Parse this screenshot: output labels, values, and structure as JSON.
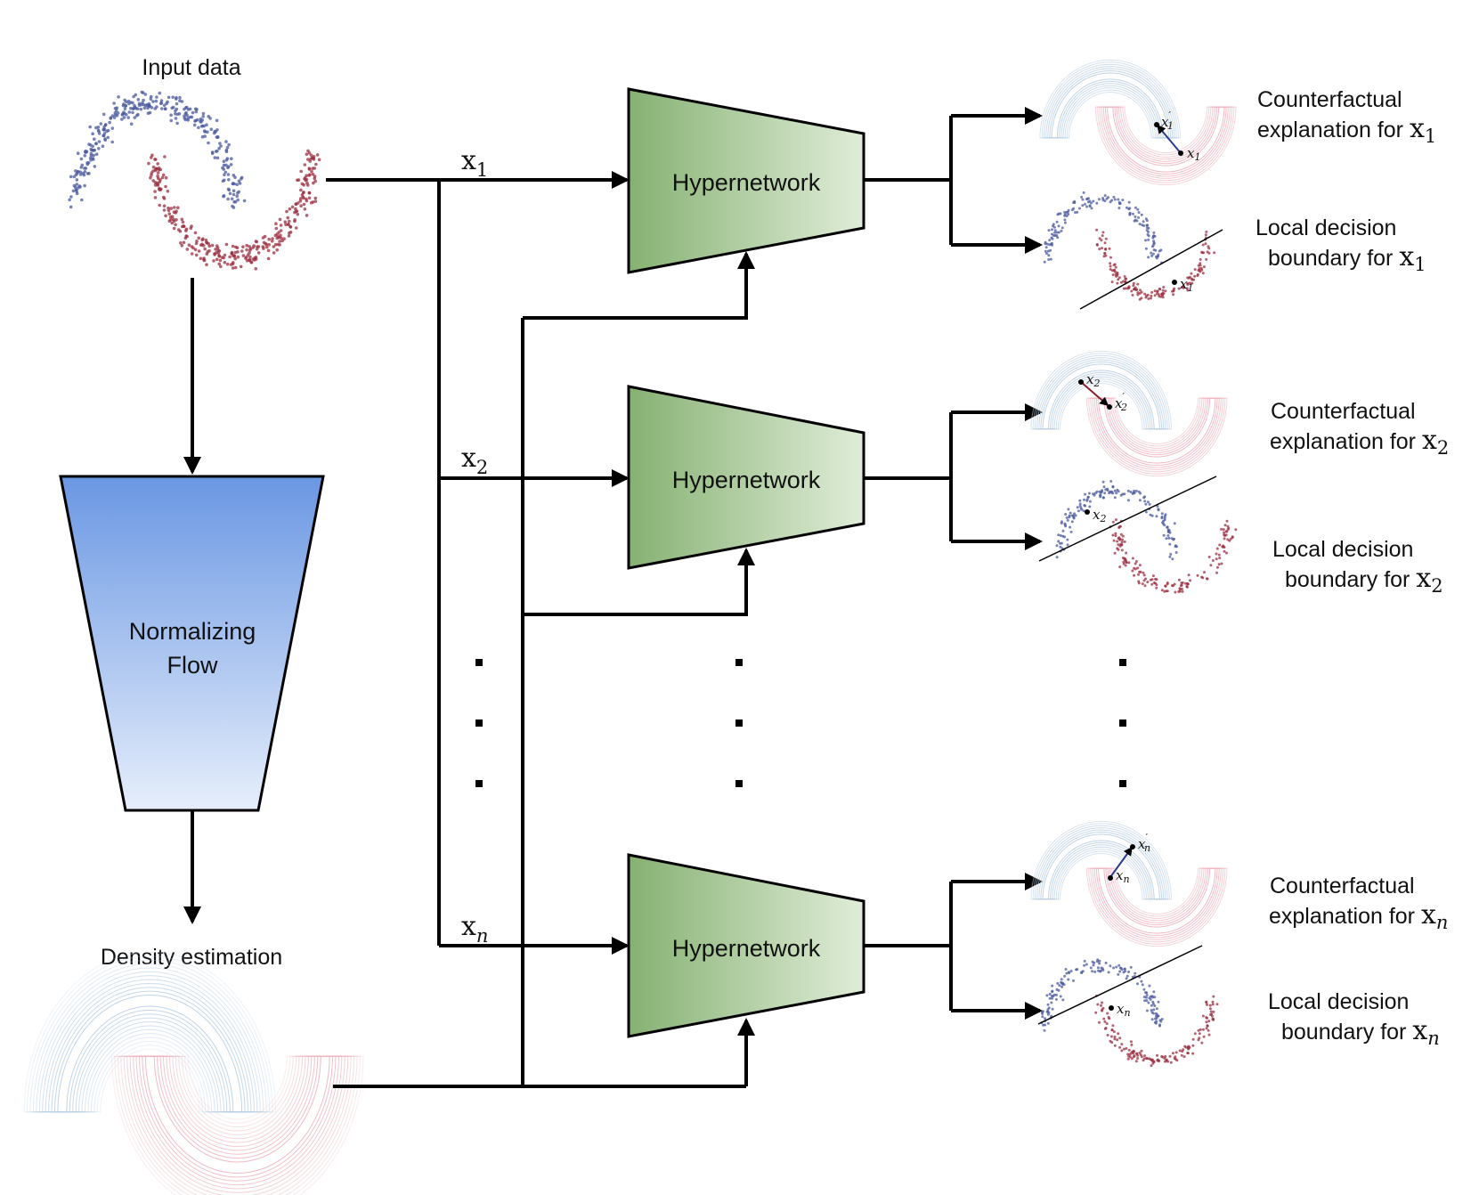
{
  "left": {
    "input_label": "Input data",
    "flow_label_line1": "Normalizing",
    "flow_label_line2": "Flow",
    "density_label": "Density estimation"
  },
  "inputs": [
    {
      "var": "x",
      "sub": "1"
    },
    {
      "var": "x",
      "sub": "2"
    },
    {
      "var": "x",
      "sub": "n"
    }
  ],
  "hypernetworks": [
    {
      "label": "Hypernetwork"
    },
    {
      "label": "Hypernetwork"
    },
    {
      "label": "Hypernetwork"
    }
  ],
  "outputs": [
    {
      "cf_line1": "Counterfactual",
      "cf_line2": "explanation for ",
      "cf_var": "x",
      "cf_sub": "1",
      "lb_line1": "Local decision",
      "lb_line2": "boundary for ",
      "lb_var": "x",
      "lb_sub": "1",
      "cf_point": "x",
      "cf_point_sub": "1",
      "cf_prime": "x",
      "cf_prime_sub": "1",
      "lb_point": "x",
      "lb_point_sub": "1"
    },
    {
      "cf_line1": "Counterfactual",
      "cf_line2": "explanation for ",
      "cf_var": "x",
      "cf_sub": "2",
      "lb_line1": "Local decision",
      "lb_line2": "boundary for ",
      "lb_var": "x",
      "lb_sub": "2",
      "cf_point": "x",
      "cf_point_sub": "2",
      "cf_prime": "x",
      "cf_prime_sub": "2",
      "lb_point": "x",
      "lb_point_sub": "2"
    },
    {
      "cf_line1": "Counterfactual",
      "cf_line2": "explanation for ",
      "cf_var": "x",
      "cf_sub": "n",
      "lb_line1": "Local decision",
      "lb_line2": "boundary for ",
      "lb_var": "x",
      "lb_sub": "n",
      "cf_point": "x",
      "cf_point_sub": "n",
      "cf_prime": "x",
      "cf_prime_sub": "n",
      "lb_point": "x",
      "lb_point_sub": "n"
    }
  ],
  "colors": {
    "flow_top": "#6a97e3",
    "flow_bottom": "#e6eefb",
    "hyper_left": "#86b172",
    "hyper_right": "#e0edd8",
    "moon_blue": "#4a5a9e",
    "moon_red": "#9b2d3f",
    "contour_blue": "#b9cfe6",
    "contour_red": "#efb2bd"
  }
}
